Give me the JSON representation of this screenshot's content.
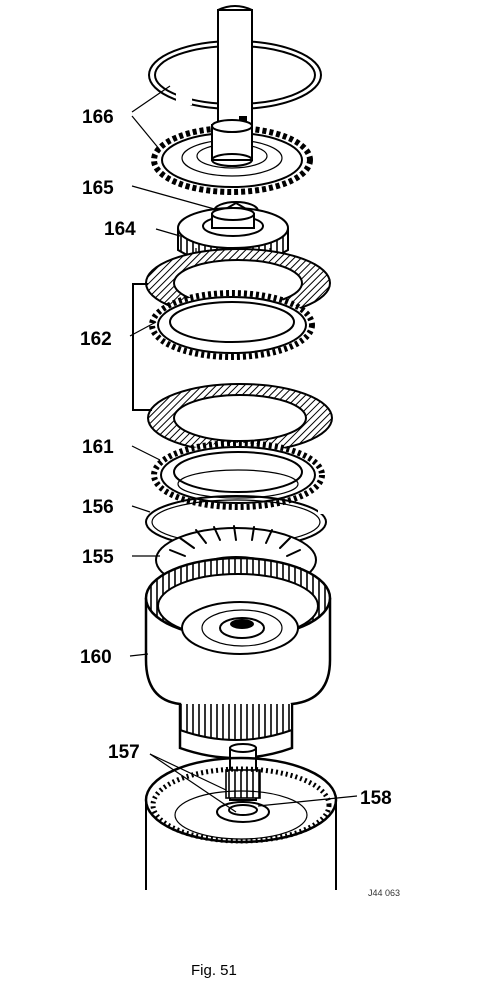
{
  "labels": {
    "p166": "166",
    "p165": "165",
    "p164": "164",
    "p162": "162",
    "p161": "161",
    "p156": "156",
    "p155": "155",
    "p160": "160",
    "p157": "157",
    "p158": "158"
  },
  "code": "J44 063",
  "caption": "Fig. 51"
}
